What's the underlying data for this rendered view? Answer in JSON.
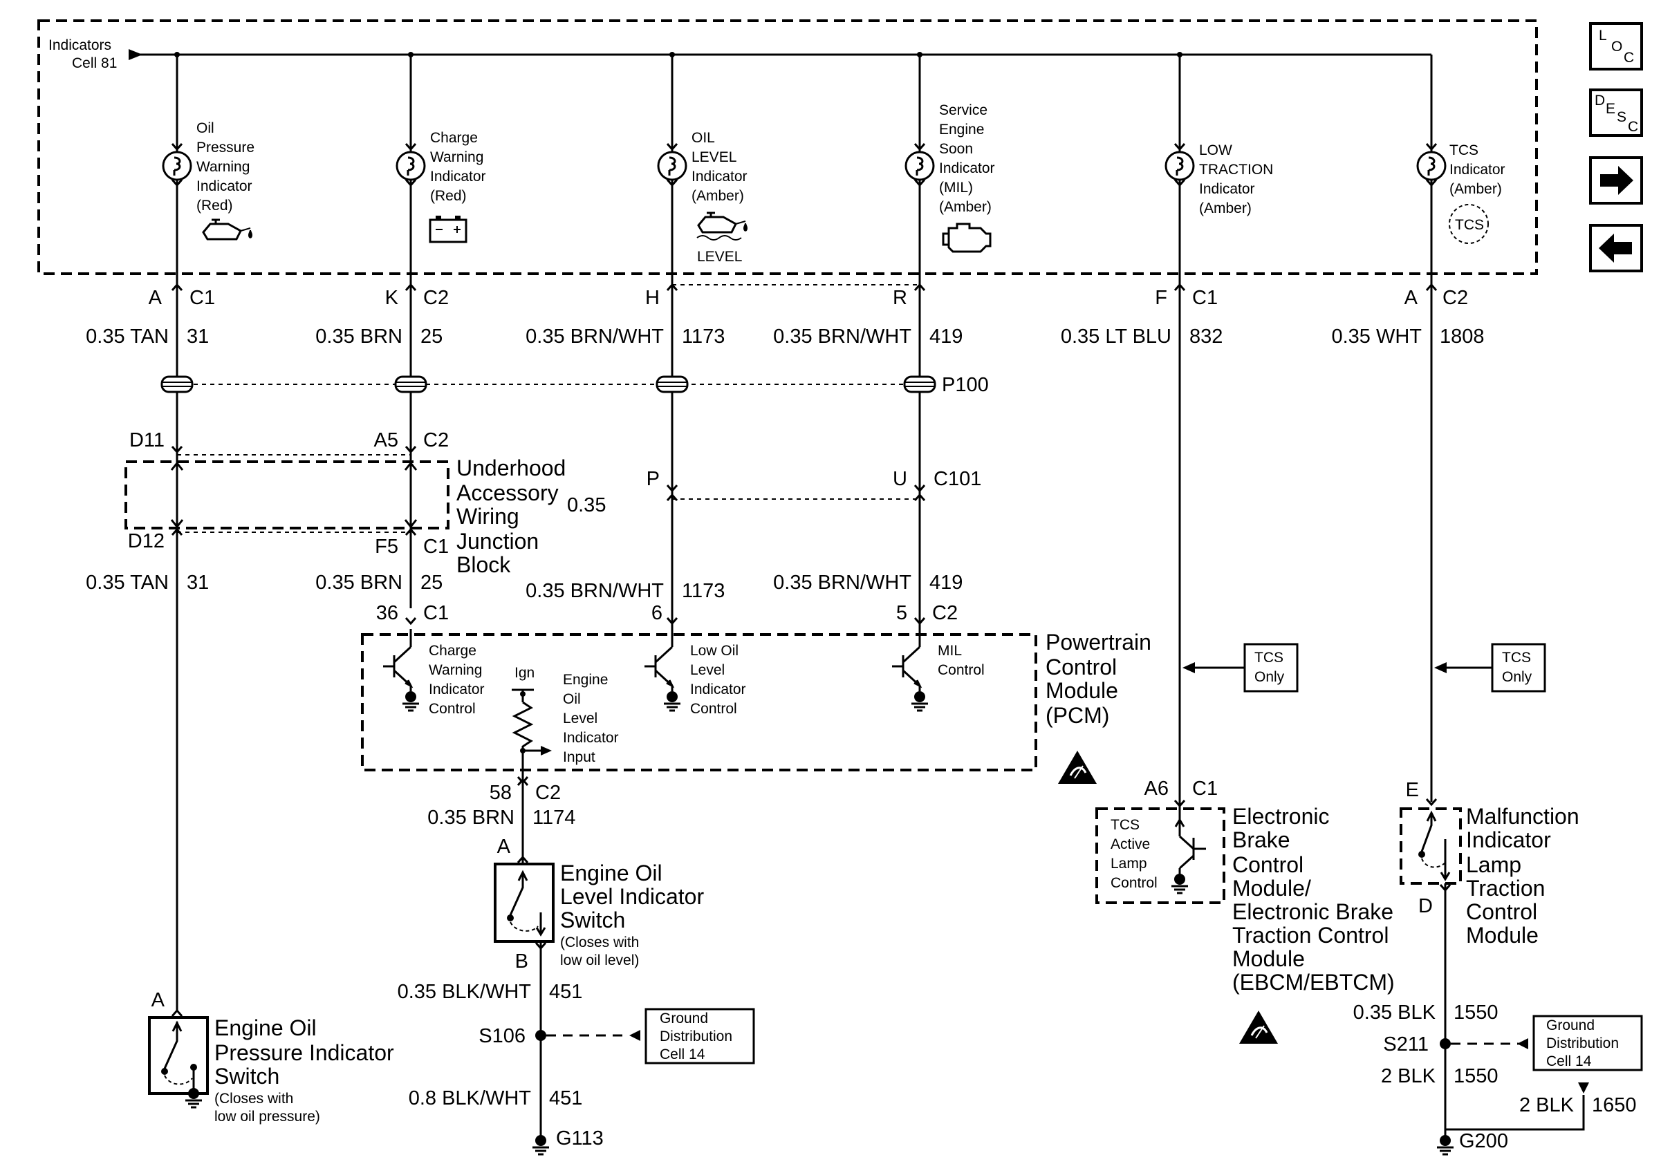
{
  "header": {
    "source_line": "Indicators",
    "source_cell": "Cell 81"
  },
  "nav": {
    "loc": [
      "L",
      "O",
      "C"
    ],
    "desc": [
      "D",
      "E",
      "S",
      "C"
    ],
    "next_icon": "right-arrow-icon",
    "prev_icon": "left-arrow-icon"
  },
  "lamps": [
    {
      "lines": [
        "Oil",
        "Pressure",
        "Warning",
        "Indicator",
        "(Red)"
      ],
      "symbol": "oil-can-icon"
    },
    {
      "lines": [
        "Charge",
        "Warning",
        "Indicator",
        "(Red)"
      ],
      "symbol": "battery-icon"
    },
    {
      "lines": [
        "OIL",
        "LEVEL",
        "Indicator",
        "(Amber)"
      ],
      "symbol": "oil-level-icon",
      "symbol_text": "LEVEL"
    },
    {
      "lines": [
        "Service",
        "Engine",
        "Soon",
        "Indicator",
        "(MIL)",
        "(Amber)"
      ],
      "symbol": "engine-icon"
    },
    {
      "lines": [
        "LOW",
        "TRACTION",
        "Indicator",
        "(Amber)"
      ]
    },
    {
      "lines": [
        "TCS",
        "Indicator",
        "(Amber)"
      ],
      "symbol": "tcs-icon",
      "symbol_text": "TCS"
    }
  ],
  "connectors_top": [
    {
      "pin": "A",
      "conn": "C1"
    },
    {
      "pin": "K",
      "conn": "C2"
    },
    {
      "pin": "H",
      "conn": ""
    },
    {
      "pin": "R",
      "conn": ""
    },
    {
      "pin": "F",
      "conn": "C1"
    },
    {
      "pin": "A",
      "conn": "C2"
    }
  ],
  "wires_top": [
    {
      "gauge": "0.35 TAN",
      "circuit": "31"
    },
    {
      "gauge": "0.35 BRN",
      "circuit": "25"
    },
    {
      "gauge": "0.35 BRN/WHT",
      "circuit": "1173"
    },
    {
      "gauge": "0.35 BRN/WHT",
      "circuit": "419"
    },
    {
      "gauge": "0.35 LT BLU",
      "circuit": "832"
    },
    {
      "gauge": "0.35 WHT",
      "circuit": "1808"
    }
  ],
  "p100": "P100",
  "junction_block": {
    "lines": [
      "Underhood",
      "Accessory",
      "Wiring",
      "Junction",
      "Block"
    ],
    "extra": "0.35",
    "top_pins": {
      "left": "D11",
      "right": "A5",
      "conn": "C2"
    },
    "bottom_pins": {
      "left": "D12",
      "right": "F5",
      "conn": "C1"
    }
  },
  "c101": {
    "left": "P",
    "right": "U",
    "conn": "C101"
  },
  "wires_mid": [
    {
      "gauge": "0.35 TAN",
      "circuit": "31"
    },
    {
      "gauge": "0.35 BRN",
      "circuit": "25"
    },
    {
      "gauge": "0.35 BRN/WHT",
      "circuit": "1173"
    },
    {
      "gauge": "0.35 BRN/WHT",
      "circuit": "419"
    }
  ],
  "pcm": {
    "pins": [
      {
        "pin": "36",
        "conn": "C1"
      },
      {
        "pin": "6",
        "conn": ""
      },
      {
        "pin": "5",
        "conn": "C2"
      }
    ],
    "label": [
      "Powertrain",
      "Control",
      "Module",
      "(PCM)"
    ],
    "drivers": [
      [
        "Charge",
        "Warning",
        "Indicator",
        "Control"
      ],
      [
        "Low Oil",
        "Level",
        "Indicator",
        "Control"
      ],
      [
        "MIL",
        "Control"
      ]
    ],
    "ign": "Ign",
    "input": [
      "Engine",
      "Oil",
      "Level",
      "Indicator",
      "Input"
    ],
    "out_pin": {
      "pin": "58",
      "conn": "C2"
    },
    "esd_icon": "esd-warning-icon"
  },
  "wire_1174": {
    "gauge": "0.35 BRN",
    "circuit": "1174"
  },
  "level_switch": {
    "pin_top": "A",
    "pin_bottom": "B",
    "label": [
      "Engine Oil",
      "Level Indicator",
      "Switch"
    ],
    "note": [
      "(Closes with",
      "low oil level)"
    ]
  },
  "wire_451a": {
    "gauge": "0.35 BLK/WHT",
    "circuit": "451"
  },
  "s106": "S106",
  "ground_dist_a": [
    "Ground",
    "Distribution",
    "Cell 14"
  ],
  "wire_451b": {
    "gauge": "0.8 BLK/WHT",
    "circuit": "451"
  },
  "g113": "G113",
  "pressure_switch": {
    "pin": "A",
    "label": [
      "Engine Oil",
      "Pressure Indicator",
      "Switch"
    ],
    "note": [
      "(Closes with",
      "low oil pressure)"
    ]
  },
  "tcs_only": [
    "TCS",
    "Only"
  ],
  "ebcm": {
    "pin": "A6",
    "conn": "C1",
    "inner": [
      "TCS",
      "Active",
      "Lamp",
      "Control"
    ],
    "label": [
      "Electronic",
      "Brake",
      "Control",
      "Module/",
      "Electronic Brake",
      "Traction Control",
      "Module",
      "(EBCM/EBTCM)"
    ]
  },
  "mil_tcm": {
    "pin_top": "E",
    "pin_bottom": "D",
    "label": [
      "Malfunction",
      "Indicator",
      "Lamp",
      "Traction",
      "Control",
      "Module"
    ]
  },
  "wire_1550a": {
    "gauge": "0.35 BLK",
    "circuit": "1550"
  },
  "s211": "S211",
  "ground_dist_b": [
    "Ground",
    "Distribution",
    "Cell 14"
  ],
  "wire_1550b": {
    "gauge": "2 BLK",
    "circuit": "1550"
  },
  "wire_1650": {
    "gauge": "2 BLK",
    "circuit": "1650"
  },
  "g200": "G200"
}
